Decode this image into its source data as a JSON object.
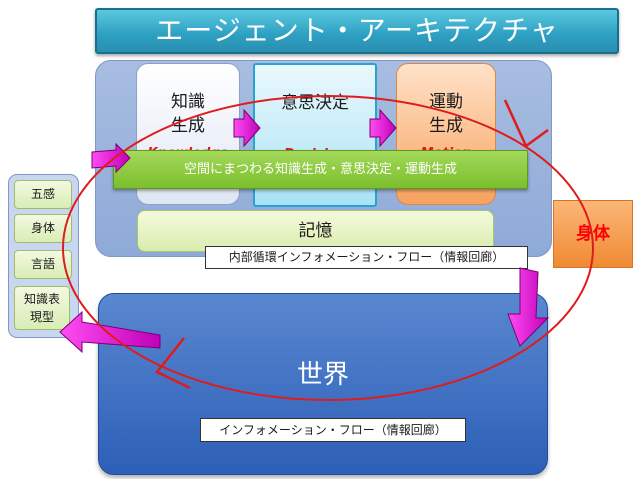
{
  "title": "エージェント・アーキテクチャ",
  "modules": {
    "knowledge": {
      "line1": "知識",
      "line2": "生成",
      "sub": "Knowledge"
    },
    "decision": {
      "label": "意思決定",
      "sub": "Decision"
    },
    "motion": {
      "line1": "運動",
      "line2": "生成",
      "sub": "Motion"
    }
  },
  "banner": "空間にまつわる知識生成・意思決定・運動生成",
  "memory": "記憶",
  "inner_flow_label": "内部循環インフォメーション・フロー（情報回廊）",
  "world": "世界",
  "outer_flow_label": "インフォメーション・フロー（情報回廊）",
  "sidebar": {
    "items": [
      "五感",
      "身体",
      "言語"
    ],
    "knowledge_repr": {
      "line1": "知識表",
      "line2": "現型"
    }
  },
  "body_label": "身体",
  "colors": {
    "title_bg": "#2d9fc2",
    "panel": "#98b2dc",
    "world": "#3466bd",
    "banner": "#8cca3f",
    "memory": "#e6f3c6",
    "body": "#f79a4c",
    "loop": "#e01b1b",
    "arrow": "#d000c8"
  }
}
